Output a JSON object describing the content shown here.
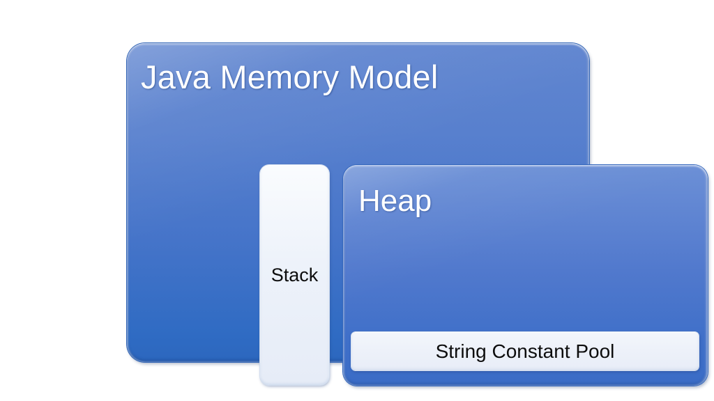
{
  "diagram": {
    "title": "Java Memory Model",
    "background_color": "#FFFFFF",
    "outer_container": {
      "label": "Java Memory Model",
      "fill_top_color": "#6186D0",
      "fill_bottom_color": "#2C67BE",
      "border_color": "#2F63B5",
      "text_color": "#FFFFFF"
    },
    "regions": [
      {
        "name": "stack",
        "label": "Stack",
        "fill_color": "#EDF2FA",
        "text_color": "#0D0D0D"
      },
      {
        "name": "heap",
        "label": "Heap",
        "fill_top_color": "#6C90D6",
        "fill_bottom_color": "#3A6CC6",
        "text_color": "#FFFFFF"
      },
      {
        "name": "string-constant-pool",
        "label": "String Constant Pool",
        "fill_color": "#EDF1F9",
        "text_color": "#0D0D0D"
      }
    ]
  }
}
